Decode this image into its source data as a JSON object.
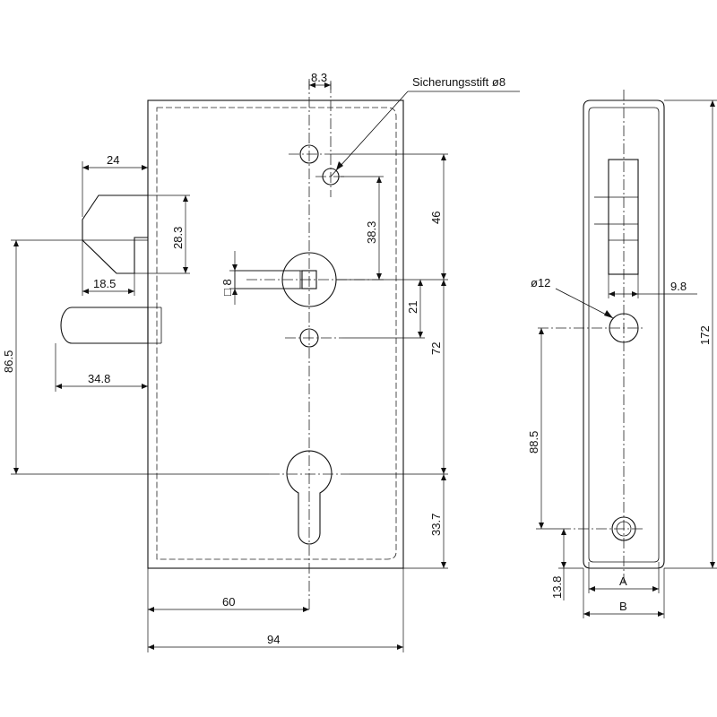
{
  "labels": {
    "securing_pin": "Sicherungsstift  ø8",
    "hole_dia": "ø12",
    "square": "□ 8",
    "letter_a": "A",
    "letter_b": "B"
  },
  "dimensions": {
    "pin_dia": "8.3",
    "bolt_length": "24",
    "latch_height": "28.3",
    "latch_depth": "18.5",
    "bolt_reach": "86.5",
    "bolt_offset": "34.8",
    "pin_distance": "38.3",
    "pin_to_spindle": "46",
    "spindle_to_hole": "21",
    "spindle_to_cylinder": "72",
    "cylinder_to_bottom": "33.7",
    "backset": "60",
    "case_width": "94",
    "faceplate_slot": "9.8",
    "faceplate_length": "172",
    "faceplate_hole_distance": "88.5",
    "faceplate_bottom": "13.8"
  }
}
